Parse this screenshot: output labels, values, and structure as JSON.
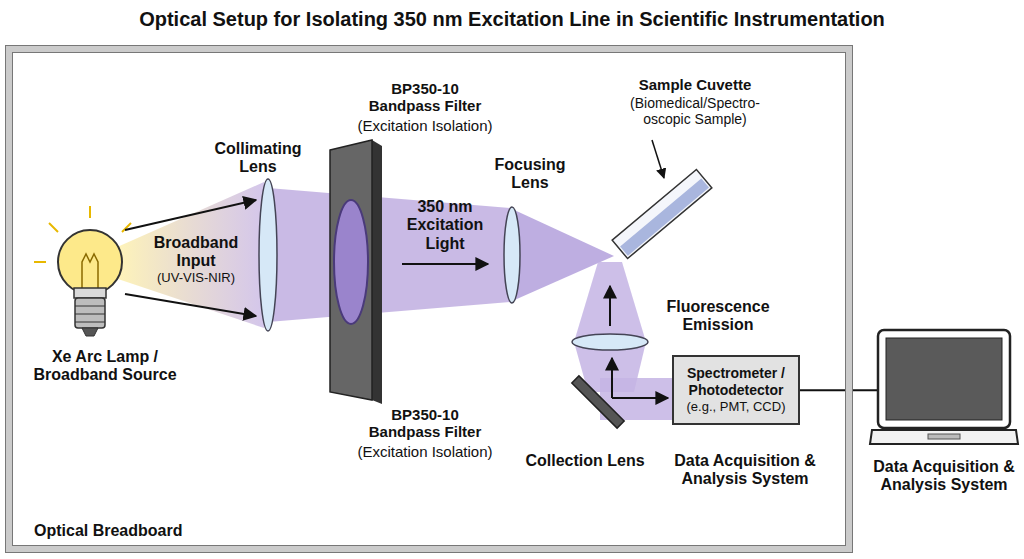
{
  "diagram": {
    "title": "Optical Setup for Isolating 350 nm Excitation Line in Scientific Instrumentation",
    "nodes": [
      {
        "text": [
          "Optical Breadboard"
        ]
      },
      {
        "text": [
          "Spectrometer / Photodetector",
          "(e.g., PMT, CCD)"
        ],
        "in": 0
      },
      {
        "text": [
          "Data Acquisition & Analysis System"
        ]
      }
    ],
    "edges": [
      {
        "from": 1,
        "to": 2,
        "arrow": "none"
      }
    ],
    "labels": [
      "Collimating Lens",
      "BP350-10 Bandpass Filter",
      "(Excitation Isolation)",
      "BP350-10 Bandpass Filter",
      "(Excitation Isolation)",
      "Broadband Input",
      "(UV-VIS-NIR)",
      "Xe Arc Lamp / Broadband Source",
      "350 nm Excitation Light",
      "Focusing Lens",
      "Sample Cuvette",
      "(Biomedical/Spectro- oscopic Sample)",
      "Fluorescence Emission",
      "Collection Lens",
      "Data Acquisition & Analysis System"
    ]
  }
}
